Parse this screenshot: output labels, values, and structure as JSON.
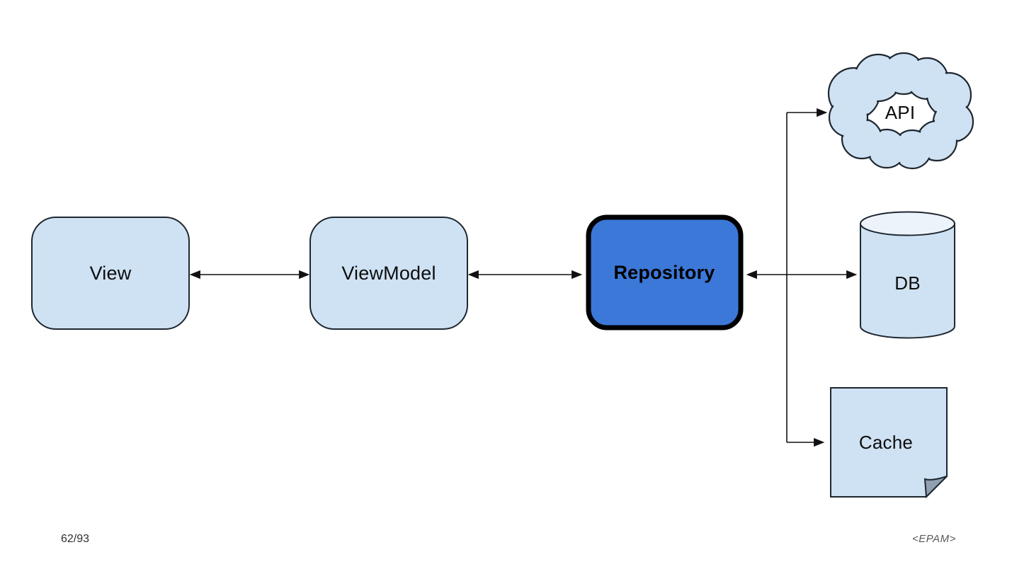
{
  "slide": {
    "page_indicator": "62/93",
    "watermark": "<EPAM>"
  },
  "diagram": {
    "nodes": [
      {
        "id": "view",
        "label": "View",
        "shape": "rounded-rect",
        "fill": "#cfe2f3",
        "emphasis": false
      },
      {
        "id": "viewmodel",
        "label": "ViewModel",
        "shape": "rounded-rect",
        "fill": "#cfe2f3",
        "emphasis": false
      },
      {
        "id": "repository",
        "label": "Repository",
        "shape": "rounded-rect",
        "fill": "#3c78d8",
        "emphasis": true
      },
      {
        "id": "api",
        "label": "API",
        "shape": "cloud",
        "fill": "#cfe2f3",
        "emphasis": false
      },
      {
        "id": "db",
        "label": "DB",
        "shape": "cylinder",
        "fill": "#cfe2f3",
        "emphasis": false
      },
      {
        "id": "cache",
        "label": "Cache",
        "shape": "note",
        "fill": "#cfe2f3",
        "emphasis": false
      }
    ],
    "edges": [
      {
        "from": "View",
        "to": "ViewModel",
        "arrows": "both"
      },
      {
        "from": "ViewModel",
        "to": "Repository",
        "arrows": "both"
      },
      {
        "from": "Repository",
        "to": "DB",
        "arrows": "both"
      },
      {
        "from": "Repository",
        "to": "API",
        "arrows": "to"
      },
      {
        "from": "Repository",
        "to": "Cache",
        "arrows": "to"
      }
    ],
    "colors": {
      "node-fill": "#cfe2f3",
      "node-stroke": "#1f2730",
      "accent-fill": "#3c78d8",
      "accent-stroke": "#000000",
      "cylinder-top": "#edf3fb",
      "fold-fill": "#91a0b0",
      "line": "#111111",
      "watermark": "#595959"
    }
  }
}
